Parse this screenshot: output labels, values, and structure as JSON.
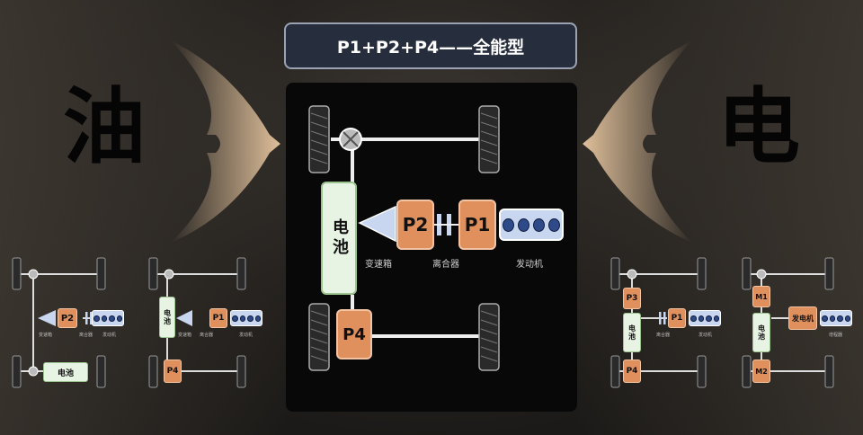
{
  "title": "P1+P2+P4——全能型",
  "left_char": "油",
  "right_char": "电",
  "main": {
    "battery": "电池",
    "p2": "P2",
    "p1": "P1",
    "p4": "P4",
    "gearbox": "变速箱",
    "clutch": "离合器",
    "engine": "发动机"
  },
  "mini_a": {
    "p2": "P2",
    "battery": "电池",
    "gearbox": "变速箱",
    "clutch": "离合器",
    "engine": "发动机"
  },
  "mini_b": {
    "battery": "电池",
    "p1": "P1",
    "p4": "P4",
    "gearbox": "变速箱",
    "clutch": "离合器",
    "engine": "发动机"
  },
  "mini_c": {
    "p3": "P3",
    "battery": "电池",
    "p1": "P1",
    "p4": "P4",
    "clutch": "离合器",
    "engine": "发动机"
  },
  "mini_d": {
    "m1": "M1",
    "battery": "电池",
    "generator": "发电机",
    "m2": "M2",
    "reducer": "增程器"
  },
  "colors": {
    "motor": "#e0905c",
    "battery": "#e7f3e3",
    "engine": "#c8d6ef",
    "arrow": "#e8c7a0"
  }
}
